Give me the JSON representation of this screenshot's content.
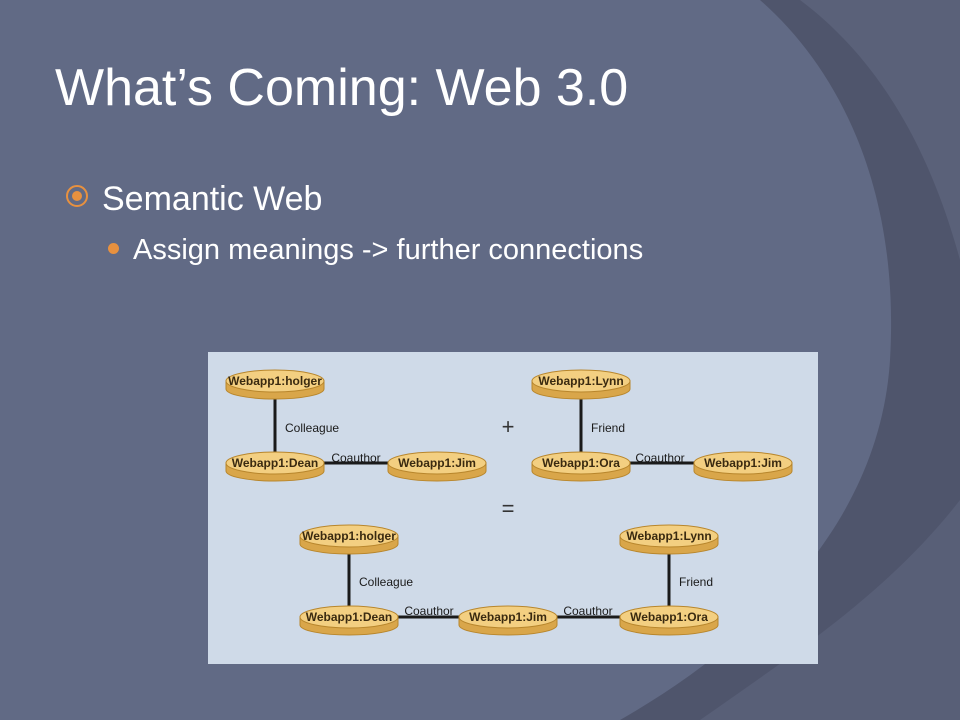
{
  "slide": {
    "title": "What’s Coming: Web 3.0",
    "bullets": [
      {
        "text": "Semantic Web",
        "level": 1
      },
      {
        "text": "Assign meanings -> further connections",
        "level": 2
      }
    ]
  },
  "colors": {
    "background": "#616a85",
    "accent": "#e8913f",
    "diagram_background": "#cfdae8",
    "node_fill": "#f3cf81",
    "node_edge": "#b8862c"
  },
  "diagram": {
    "nodes": [
      {
        "id": "g1_holger",
        "label": "Webapp1:holger"
      },
      {
        "id": "g1_dean",
        "label": "Webapp1:Dean"
      },
      {
        "id": "g1_jim",
        "label": "Webapp1:Jim"
      },
      {
        "id": "g2_lynn",
        "label": "Webapp1:Lynn"
      },
      {
        "id": "g2_ora",
        "label": "Webapp1:Ora"
      },
      {
        "id": "g2_jim",
        "label": "Webapp1:Jim"
      },
      {
        "id": "g3_holger",
        "label": "Webapp1:holger"
      },
      {
        "id": "g3_dean",
        "label": "Webapp1:Dean"
      },
      {
        "id": "g3_jim",
        "label": "Webapp1:Jim"
      },
      {
        "id": "g3_lynn",
        "label": "Webapp1:Lynn"
      },
      {
        "id": "g3_ora",
        "label": "Webapp1:Ora"
      }
    ],
    "edges": [
      {
        "from": "g1_holger",
        "to": "g1_dean",
        "label": "Colleague"
      },
      {
        "from": "g1_dean",
        "to": "g1_jim",
        "label": "Coauthor"
      },
      {
        "from": "g2_lynn",
        "to": "g2_ora",
        "label": "Friend"
      },
      {
        "from": "g2_ora",
        "to": "g2_jim",
        "label": "Coauthor"
      },
      {
        "from": "g3_holger",
        "to": "g3_dean",
        "label": "Colleague"
      },
      {
        "from": "g3_dean",
        "to": "g3_jim",
        "label": "Coauthor"
      },
      {
        "from": "g3_jim",
        "to": "g3_ora",
        "label": "Coauthor"
      },
      {
        "from": "g3_lynn",
        "to": "g3_ora",
        "label": "Friend"
      }
    ],
    "operators": {
      "plus": "+",
      "equals": "="
    }
  }
}
